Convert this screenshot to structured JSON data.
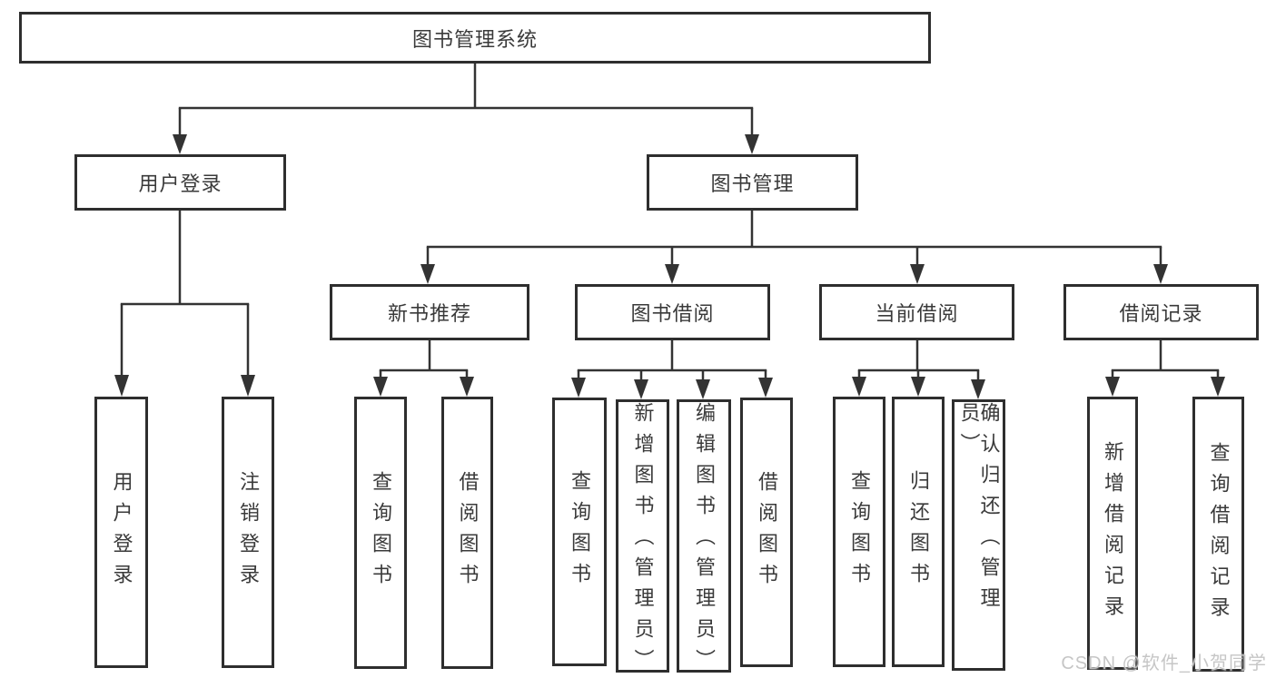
{
  "diagram": {
    "root": {
      "label": "图书管理系统"
    },
    "branches": [
      {
        "label": "用户登录",
        "children": [
          {
            "label": "用户登录"
          },
          {
            "label": "注销登录"
          }
        ]
      },
      {
        "label": "图书管理",
        "groups": [
          {
            "label": "新书推荐",
            "children": [
              {
                "label": "查询图书"
              },
              {
                "label": "借阅图书"
              }
            ]
          },
          {
            "label": "图书借阅",
            "children": [
              {
                "label": "查询图书"
              },
              {
                "label": "新增图书（管理员）"
              },
              {
                "label": "编辑图书（管理员）"
              },
              {
                "label": "借阅图书"
              }
            ]
          },
          {
            "label": "当前借阅",
            "children": [
              {
                "label": "查询图书"
              },
              {
                "label": "归还图书"
              },
              {
                "label": "确认归还（管理员）"
              }
            ]
          },
          {
            "label": "借阅记录",
            "children": [
              {
                "label": "新增借阅记录"
              },
              {
                "label": "查询借阅记录"
              }
            ]
          }
        ]
      }
    ],
    "watermark": "CSDN @软件_小贺同学"
  },
  "colors": {
    "box_border": "#2e2e2e",
    "connector": "#333333",
    "text": "#3a3a3a",
    "watermark": "#c3c3c3",
    "background": "#ffffff"
  }
}
